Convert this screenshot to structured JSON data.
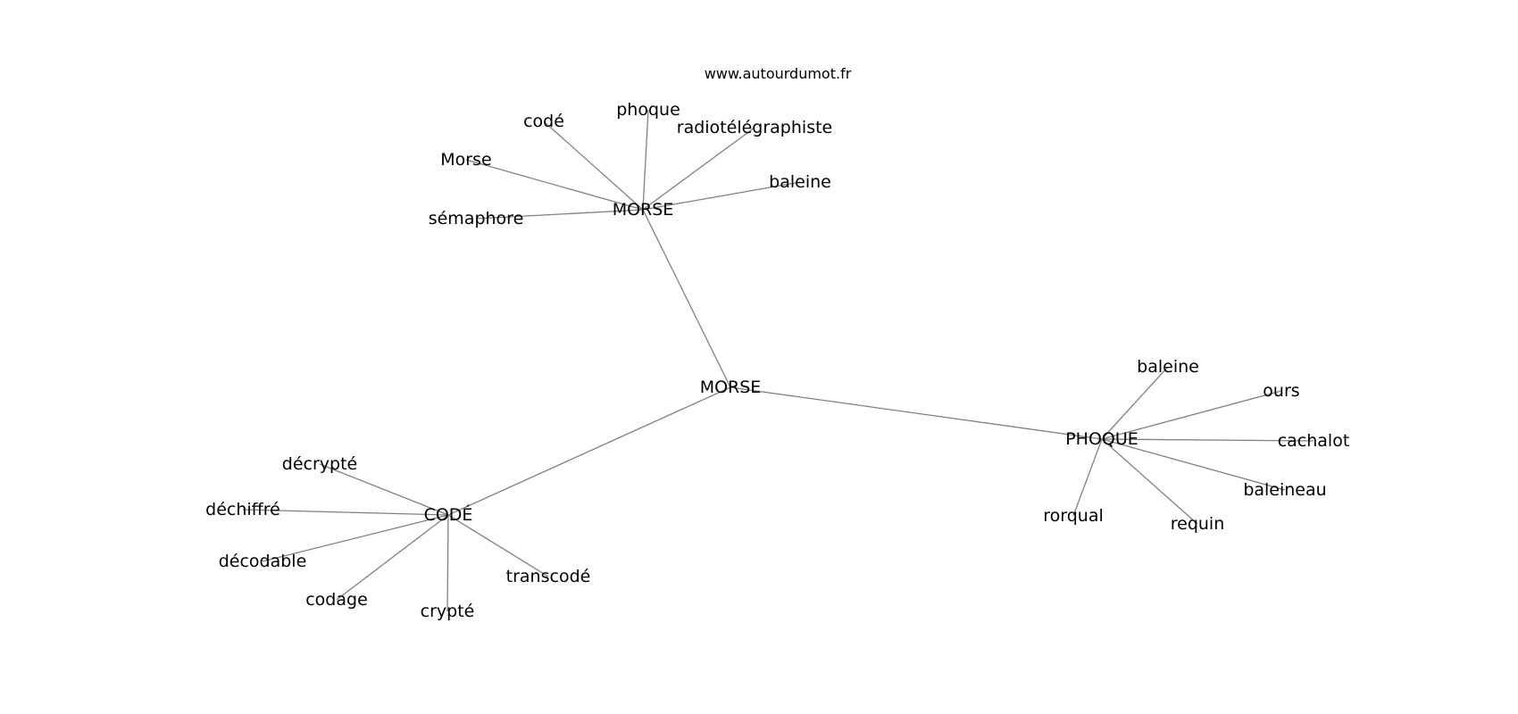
{
  "watermark": "www.autourdumot.fr",
  "colors": {
    "edge": "#808080",
    "text": "#000000",
    "background": "#ffffff"
  },
  "graph": {
    "nodes": [
      {
        "id": "root",
        "label": "MORSE"
      },
      {
        "id": "morse-hub",
        "label": "MORSE"
      },
      {
        "id": "code-hub",
        "label": "CODÉ"
      },
      {
        "id": "phoque-hub",
        "label": "PHOQUE"
      },
      {
        "id": "m-code",
        "label": "codé"
      },
      {
        "id": "m-phoque",
        "label": "phoque"
      },
      {
        "id": "m-radio",
        "label": "radiotélégraphiste"
      },
      {
        "id": "m-morse",
        "label": "Morse"
      },
      {
        "id": "m-baleine",
        "label": "baleine"
      },
      {
        "id": "m-semaphore",
        "label": "sémaphore"
      },
      {
        "id": "c-decrypte",
        "label": "décrypté"
      },
      {
        "id": "c-dechiffre",
        "label": "déchiffré"
      },
      {
        "id": "c-decodable",
        "label": "décodable"
      },
      {
        "id": "c-codage",
        "label": "codage"
      },
      {
        "id": "c-crypte",
        "label": "crypté"
      },
      {
        "id": "c-transcode",
        "label": "transcodé"
      },
      {
        "id": "p-baleine",
        "label": "baleine"
      },
      {
        "id": "p-ours",
        "label": "ours"
      },
      {
        "id": "p-cachalot",
        "label": "cachalot"
      },
      {
        "id": "p-baleineau",
        "label": "baleineau"
      },
      {
        "id": "p-requin",
        "label": "requin"
      },
      {
        "id": "p-rorqual",
        "label": "rorqual"
      }
    ],
    "edges": [
      [
        "root",
        "morse-hub"
      ],
      [
        "root",
        "code-hub"
      ],
      [
        "root",
        "phoque-hub"
      ],
      [
        "morse-hub",
        "m-code"
      ],
      [
        "morse-hub",
        "m-phoque"
      ],
      [
        "morse-hub",
        "m-radio"
      ],
      [
        "morse-hub",
        "m-morse"
      ],
      [
        "morse-hub",
        "m-baleine"
      ],
      [
        "morse-hub",
        "m-semaphore"
      ],
      [
        "code-hub",
        "c-decrypte"
      ],
      [
        "code-hub",
        "c-dechiffre"
      ],
      [
        "code-hub",
        "c-decodable"
      ],
      [
        "code-hub",
        "c-codage"
      ],
      [
        "code-hub",
        "c-crypte"
      ],
      [
        "code-hub",
        "c-transcode"
      ],
      [
        "phoque-hub",
        "p-baleine"
      ],
      [
        "phoque-hub",
        "p-ours"
      ],
      [
        "phoque-hub",
        "p-cachalot"
      ],
      [
        "phoque-hub",
        "p-baleineau"
      ],
      [
        "phoque-hub",
        "p-requin"
      ],
      [
        "phoque-hub",
        "p-rorqual"
      ]
    ]
  }
}
